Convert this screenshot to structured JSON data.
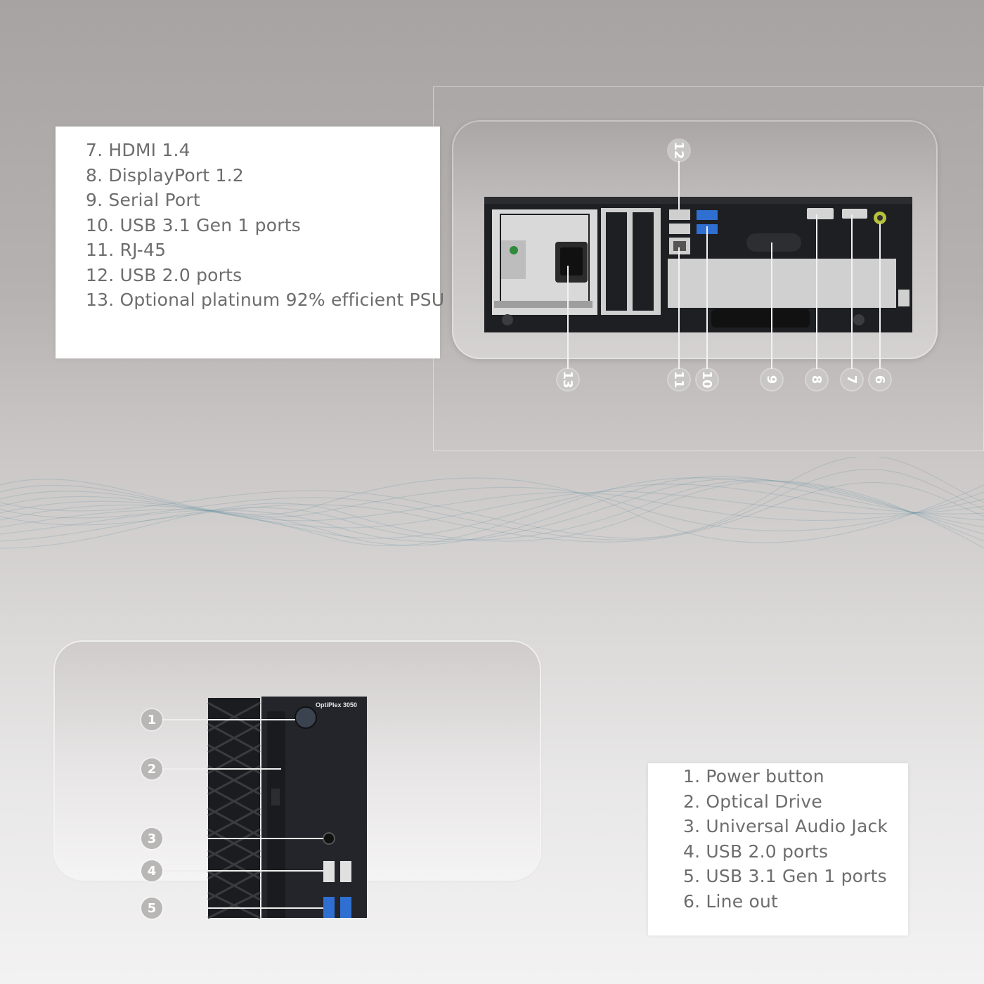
{
  "rear_legend": {
    "items": [
      "7. HDMI 1.4",
      "8. DisplayPort 1.2",
      "9. Serial Port",
      "10. USB 3.1 Gen 1 ports",
      "11. RJ-45",
      "12. USB 2.0 ports",
      "13. Optional platinum 92% efficient PSU"
    ]
  },
  "front_legend": {
    "items": [
      "1. Power button",
      "2. Optical Drive",
      "3. Universal Audio Jack",
      "4. USB 2.0 ports",
      "5. USB 3.1 Gen 1 ports",
      "6. Line out"
    ]
  },
  "rear_badges": [
    "12",
    "13",
    "11",
    "10",
    "9",
    "8",
    "7",
    "6"
  ],
  "front_badges": [
    "1",
    "2",
    "3",
    "4",
    "5"
  ],
  "device": {
    "model": "OptiPlex 3050"
  },
  "colors": {
    "badge": "#c9c7c6",
    "legend_text": "#6d6d6d",
    "chassis": "#1d1f22",
    "usb3_blue": "#2f6fd1",
    "line_out": "#b5c23a"
  }
}
